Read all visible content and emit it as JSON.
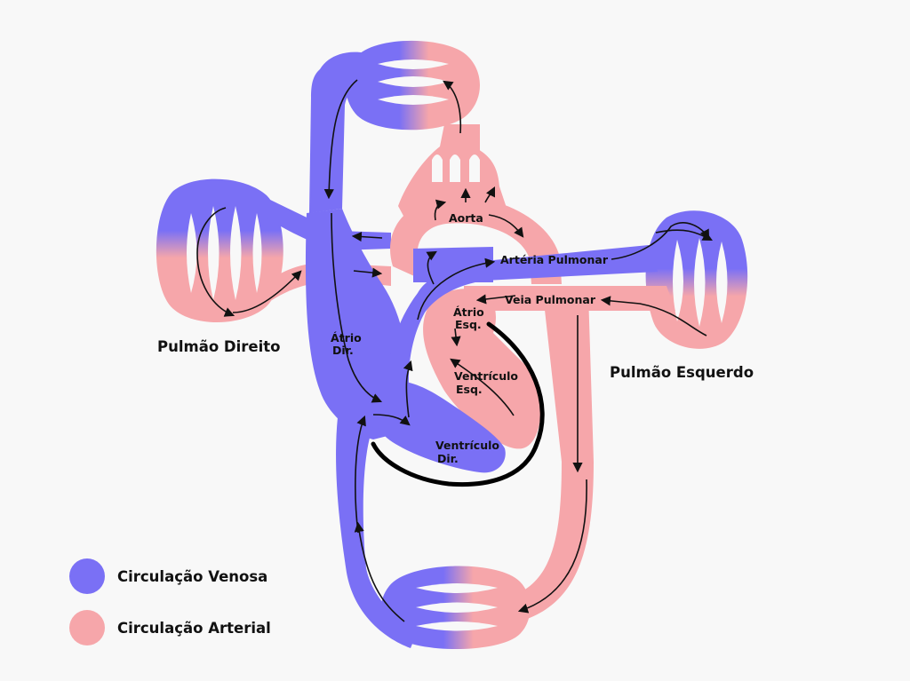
{
  "colors": {
    "venous": "#7a70f5",
    "arterial": "#f6a6aa",
    "background": "#f8f8f8",
    "text": "#111111",
    "conduction": "#000000"
  },
  "labels": {
    "aorta": "Aorta",
    "pulmonary_artery": "Artéria Pulmonar",
    "pulmonary_vein": "Veia Pulmonar",
    "right_atrium": [
      "Átrio",
      "Dir."
    ],
    "left_atrium": [
      "Átrio",
      "Esq."
    ],
    "left_ventricle": [
      "Ventrículo",
      "Esq."
    ],
    "right_ventricle": [
      "Ventrículo",
      "Dir."
    ],
    "right_lung": "Pulmão Direito",
    "left_lung": "Pulmão Esquerdo"
  },
  "legend": [
    {
      "label": "Circulação Venosa",
      "color": "#7a70f5"
    },
    {
      "label": "Circulação Arterial",
      "color": "#f6a6aa"
    }
  ]
}
